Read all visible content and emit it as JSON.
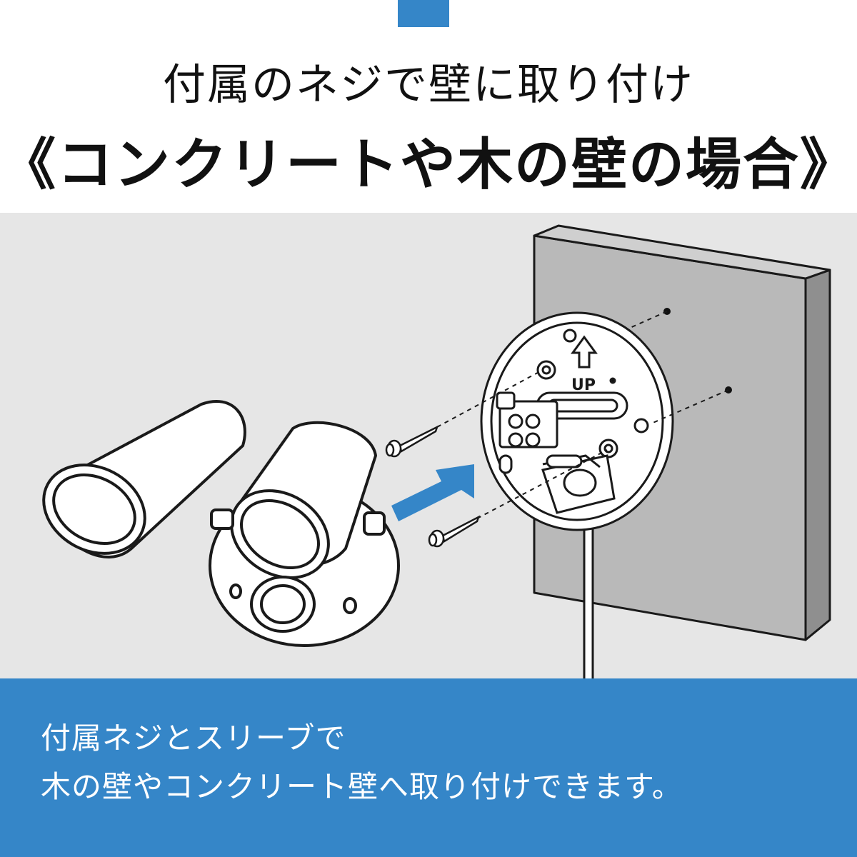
{
  "colors": {
    "accent": "#3586c8",
    "panel_bg": "#e6e6e6",
    "wall": "#b9b9b9",
    "wall_side": "#8f8f8f",
    "line": "#1a1a1a"
  },
  "header": {
    "subtitle": "付属のネジで壁に取り付け",
    "title": "《コンクリートや木の壁の場合》"
  },
  "illustration": {
    "up_label": "UP"
  },
  "footer": {
    "line_1": "付属ネジとスリーブで",
    "line_2": "木の壁やコンクリート壁へ取り付けできます。"
  },
  "icons": [
    "up-arrow-icon",
    "screw-icon",
    "install-arrow-icon"
  ]
}
